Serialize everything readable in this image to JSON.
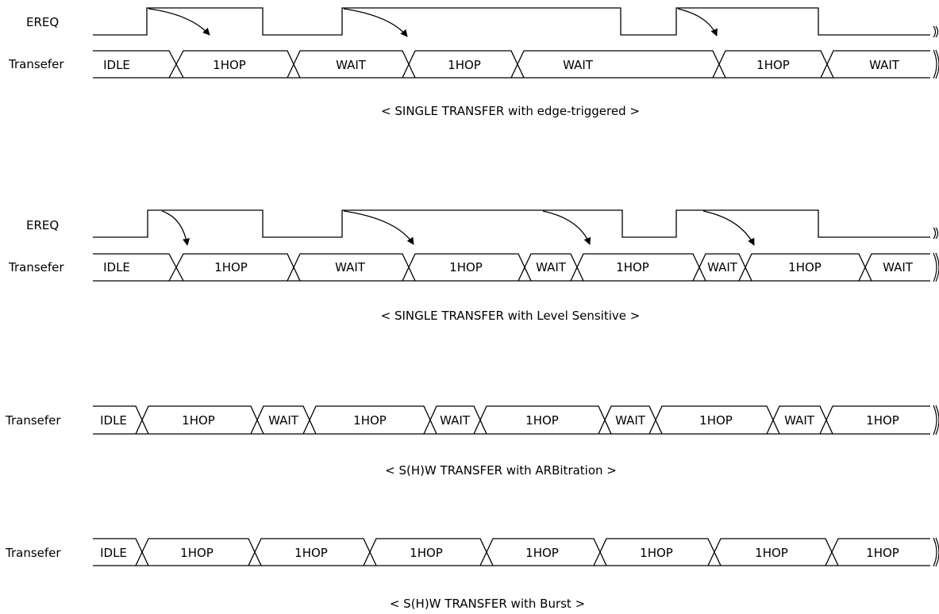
{
  "diagrams": [
    {
      "signal_label": "EREQ",
      "bus_label": "Transefer",
      "caption": "< SINGLE TRANSFER with edge-triggered >",
      "cells": [
        "IDLE",
        "1HOP",
        "WAIT",
        "1HOP",
        "WAIT",
        "1HOP",
        "WAIT"
      ]
    },
    {
      "signal_label": "EREQ",
      "bus_label": "Transefer",
      "caption": "< SINGLE TRANSFER with Level Sensitive >",
      "cells": [
        "IDLE",
        "1HOP",
        "WAIT",
        "1HOP",
        "WAIT",
        "1HOP",
        "WAIT",
        "1HOP",
        "WAIT"
      ]
    },
    {
      "bus_label": "Transefer",
      "caption": "< S(H)W TRANSFER with ARBitration >",
      "cells": [
        "IDLE",
        "1HOP",
        "WAIT",
        "1HOP",
        "WAIT",
        "1HOP",
        "WAIT",
        "1HOP",
        "WAIT",
        "1HOP"
      ]
    },
    {
      "bus_label": "Transefer",
      "caption": "< S(H)W TRANSFER with Burst >",
      "cells": [
        "IDLE",
        "1HOP",
        "1HOP",
        "1HOP",
        "1HOP",
        "1HOP",
        "1HOP",
        "1HOP"
      ]
    }
  ]
}
